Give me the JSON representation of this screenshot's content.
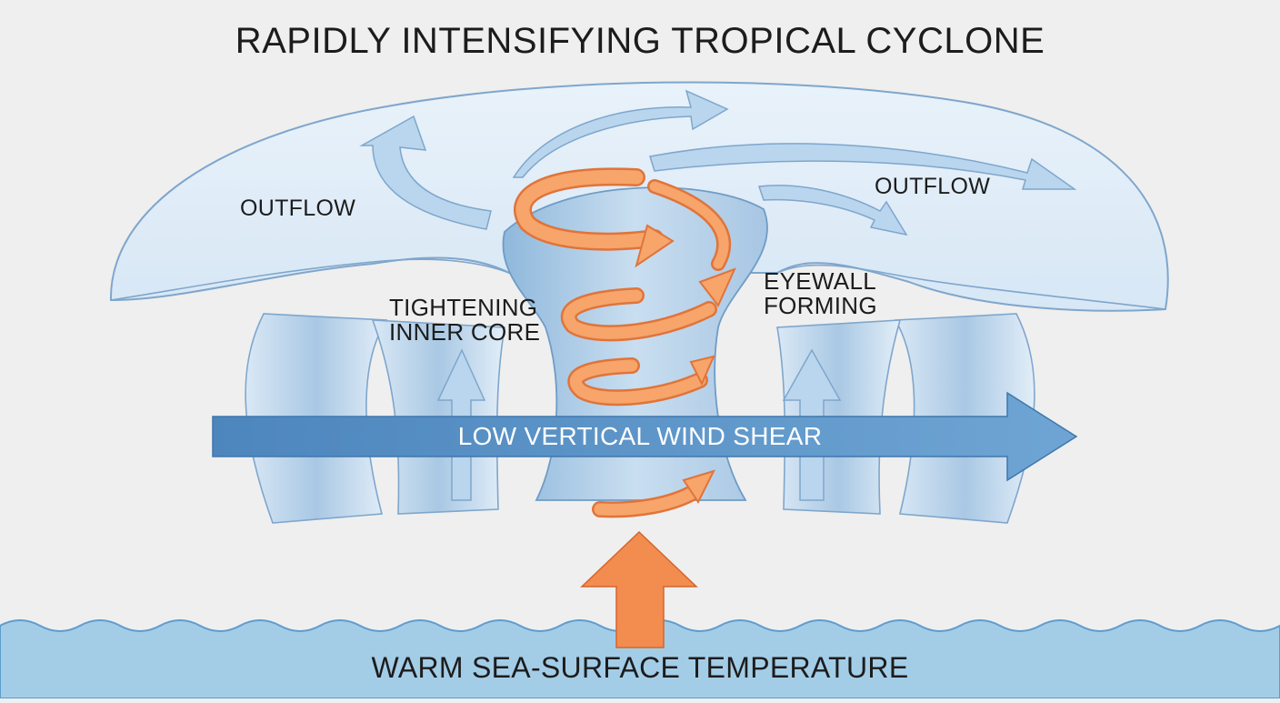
{
  "title": "RAPIDLY INTENSIFYING TROPICAL CYCLONE",
  "labels": {
    "outflow_left": "OUTFLOW",
    "outflow_right": "OUTFLOW",
    "inner_core": [
      "TIGHTENING",
      "INNER CORE"
    ],
    "eyewall": [
      "EYEWALL",
      "FORMING"
    ],
    "wind_shear": "LOW VERTICAL WIND SHEAR",
    "sea_surface": "WARM SEA-SURFACE TEMPERATURE"
  },
  "icons": {
    "outflow_arrows": "curved-outflow-arrow",
    "updraft_arrows": "updraft-arrow",
    "spiral": "orange-spiral-ribbon",
    "heat_arrow": "upward-heat-arrow",
    "shear_arrow": "horizontal-wind-arrow"
  },
  "colors": {
    "background": "#efefef",
    "cloud_fill": "#e3eef8",
    "cloud_stroke": "#7fa6cc",
    "light_arrow": "#b7d3ec",
    "shear_arrow": "#5f97c9",
    "spiral_orange": "#f59a5c",
    "heat_orange": "#f28c4f",
    "ocean": "#9fcbe6"
  }
}
